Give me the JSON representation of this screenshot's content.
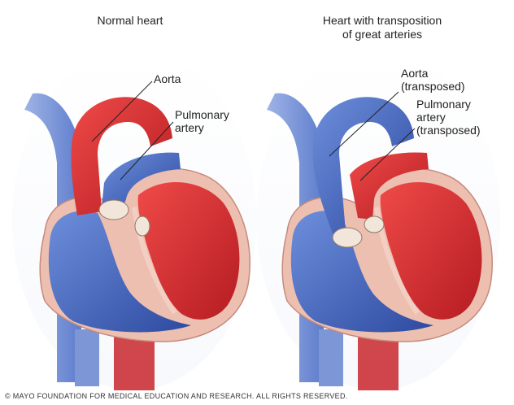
{
  "panels": {
    "left": {
      "title": "Normal heart",
      "label_aorta": "Aorta",
      "label_pulmonary": "Pulmonary\nartery"
    },
    "right": {
      "title": "Heart with transposition\nof great arteries",
      "label_aorta": "Aorta\n(transposed)",
      "label_pulmonary": "Pulmonary\nartery\n(transposed)"
    }
  },
  "footer": {
    "copyright": "© MAYO FOUNDATION FOR MEDICAL EDUCATION AND RESEARCH. ALL RIGHTS RESERVED."
  },
  "colors": {
    "oxygenated": "#d8262c",
    "deoxygenated": "#3c5fb8",
    "wall": "#e9b3a4",
    "background": "#ffffff"
  }
}
